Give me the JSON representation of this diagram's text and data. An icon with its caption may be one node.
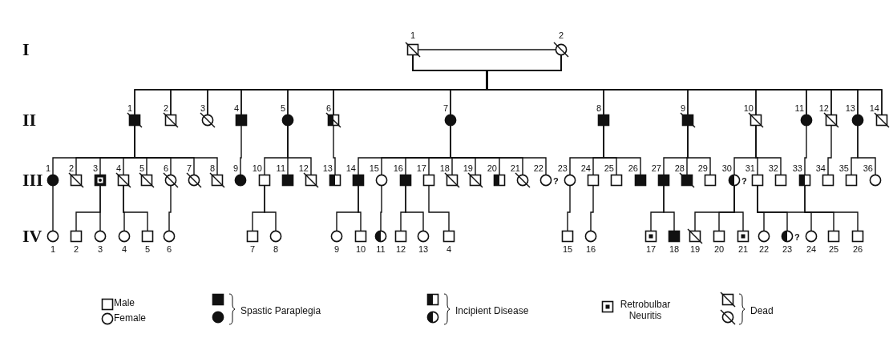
{
  "diagram": {
    "nodes": [
      {
        "text": [],
        "shape": "box",
        "beside": [
          "1"
        ]
      },
      {
        "text": [],
        "shape": "circle",
        "beside": [
          "2"
        ]
      },
      {
        "text": [],
        "shape": "box",
        "beside": [
          "1"
        ]
      },
      {
        "text": [],
        "shape": "box",
        "beside": [
          "2"
        ]
      },
      {
        "text": [],
        "shape": "circle",
        "beside": [
          "3"
        ]
      },
      {
        "text": [],
        "shape": "box",
        "beside": [
          "4"
        ]
      },
      {
        "text": [],
        "shape": "circle",
        "beside": [
          "5"
        ]
      },
      {
        "text": [],
        "shape": "box",
        "beside": [
          "6"
        ]
      },
      {
        "text": [],
        "shape": "circle",
        "beside": [
          "7"
        ]
      },
      {
        "text": [],
        "shape": "box",
        "beside": [
          "8"
        ]
      },
      {
        "text": [],
        "shape": "box",
        "beside": [
          "9"
        ]
      },
      {
        "text": [],
        "shape": "box",
        "beside": [
          "10"
        ]
      },
      {
        "text": [],
        "shape": "circle",
        "beside": [
          "11"
        ]
      },
      {
        "text": [],
        "shape": "box",
        "beside": [
          "12"
        ]
      },
      {
        "text": [],
        "shape": "circle",
        "beside": [
          "13"
        ]
      },
      {
        "text": [],
        "shape": "box",
        "beside": [
          "14"
        ]
      },
      {
        "text": [],
        "shape": "circle",
        "beside": [
          "1"
        ]
      },
      {
        "text": [],
        "shape": "box",
        "beside": [
          "2"
        ]
      },
      {
        "text": [],
        "shape": "box",
        "beside": [
          "3"
        ]
      },
      {
        "text": [],
        "shape": "box",
        "beside": [
          "4"
        ]
      },
      {
        "text": [],
        "shape": "box",
        "beside": [
          "5"
        ]
      },
      {
        "text": [],
        "shape": "circle",
        "beside": [
          "6"
        ]
      },
      {
        "text": [],
        "shape": "circle",
        "beside": [
          "7"
        ]
      },
      {
        "text": [],
        "shape": "box",
        "beside": [
          "8"
        ]
      },
      {
        "text": [],
        "shape": "circle",
        "beside": [
          "9"
        ]
      },
      {
        "text": [],
        "shape": "box",
        "beside": [
          "10"
        ]
      },
      {
        "text": [],
        "shape": "box",
        "beside": [
          "11"
        ]
      },
      {
        "text": [],
        "shape": "box",
        "beside": [
          "12"
        ]
      },
      {
        "text": [],
        "shape": "box",
        "beside": [
          "13"
        ]
      },
      {
        "text": [],
        "shape": "box",
        "beside": [
          "14"
        ]
      },
      {
        "text": [],
        "shape": "circle",
        "beside": [
          "15"
        ]
      },
      {
        "text": [],
        "shape": "box",
        "beside": [
          "16"
        ]
      },
      {
        "text": [],
        "shape": "box",
        "beside": [
          "17"
        ]
      },
      {
        "text": [],
        "shape": "box",
        "beside": [
          "18"
        ]
      },
      {
        "text": [],
        "shape": "box",
        "beside": [
          "19"
        ]
      },
      {
        "text": [],
        "shape": "box",
        "beside": [
          "20"
        ]
      },
      {
        "text": [],
        "shape": "circle",
        "beside": [
          "21"
        ]
      },
      {
        "text": [],
        "shape": "circle",
        "beside": [
          "22",
          "?"
        ]
      },
      {
        "text": [],
        "shape": "circle",
        "beside": [
          "23"
        ]
      },
      {
        "text": [],
        "shape": "box",
        "beside": [
          "24"
        ]
      },
      {
        "text": [],
        "shape": "box",
        "beside": [
          "25"
        ]
      },
      {
        "text": [],
        "shape": "box",
        "beside": [
          "26"
        ]
      },
      {
        "text": [],
        "shape": "box",
        "beside": [
          "27"
        ]
      },
      {
        "text": [],
        "shape": "box",
        "beside": [
          "28"
        ]
      },
      {
        "text": [],
        "shape": "box",
        "beside": [
          "29"
        ]
      },
      {
        "text": [],
        "shape": "circle",
        "beside": [
          "30",
          "?"
        ]
      },
      {
        "text": [],
        "shape": "box",
        "beside": [
          "31"
        ]
      },
      {
        "text": [],
        "shape": "box",
        "beside": [
          "32"
        ]
      },
      {
        "text": [],
        "shape": "box",
        "beside": [
          "33"
        ]
      },
      {
        "text": [],
        "shape": "box",
        "beside": [
          "34"
        ]
      },
      {
        "text": [],
        "shape": "box",
        "beside": [
          "35"
        ]
      },
      {
        "text": [],
        "shape": "circle",
        "beside": [
          "36"
        ]
      },
      {
        "text": [],
        "shape": "circle",
        "beside": [
          "1"
        ]
      },
      {
        "text": [],
        "shape": "box",
        "beside": [
          "2"
        ]
      },
      {
        "text": [],
        "shape": "circle",
        "beside": [
          "3"
        ]
      },
      {
        "text": [],
        "shape": "circle",
        "beside": [
          "4"
        ]
      },
      {
        "text": [],
        "shape": "box",
        "beside": [
          "5"
        ]
      },
      {
        "text": [],
        "shape": "circle",
        "beside": [
          "6"
        ]
      },
      {
        "text": [],
        "shape": "box",
        "beside": [
          "7"
        ]
      },
      {
        "text": [],
        "shape": "circle",
        "beside": [
          "8"
        ]
      },
      {
        "text": [],
        "shape": "circle",
        "beside": [
          "9"
        ]
      },
      {
        "text": [],
        "shape": "box",
        "beside": [
          "10"
        ]
      },
      {
        "text": [],
        "shape": "circle",
        "beside": [
          "11"
        ]
      },
      {
        "text": [],
        "shape": "box",
        "beside": [
          "12"
        ]
      },
      {
        "text": [],
        "shape": "circle",
        "beside": [
          "13"
        ]
      },
      {
        "text": [],
        "shape": "box",
        "beside": [
          "4"
        ]
      },
      {
        "text": [],
        "shape": "box",
        "beside": [
          "15"
        ]
      },
      {
        "text": [],
        "shape": "circle",
        "beside": [
          "16"
        ]
      },
      {
        "text": [],
        "shape": "box",
        "beside": [
          "17"
        ]
      },
      {
        "text": [],
        "shape": "box",
        "beside": [
          "18"
        ]
      },
      {
        "text": [],
        "shape": "box",
        "beside": [
          "19"
        ]
      },
      {
        "text": [],
        "shape": "box",
        "beside": [
          "20"
        ]
      },
      {
        "text": [],
        "shape": "box",
        "beside": [
          "21"
        ]
      },
      {
        "text": [],
        "shape": "circle",
        "beside": [
          "22"
        ]
      },
      {
        "text": [],
        "shape": "circle",
        "beside": [
          "23",
          "?"
        ]
      },
      {
        "text": [],
        "shape": "circle",
        "beside": [
          "24"
        ]
      },
      {
        "text": [],
        "shape": "box",
        "beside": [
          "25"
        ]
      },
      {
        "text": [],
        "shape": "box",
        "beside": [
          "26"
        ]
      }
    ],
    "edges": [
      {
        "from": 0,
        "to": 1,
        "arrow": "none"
      },
      {
        "from": 0,
        "to": 2,
        "arrow": "none"
      },
      {
        "from": 1,
        "to": 2,
        "arrow": "none"
      },
      {
        "from": 0,
        "to": 3,
        "arrow": "none"
      },
      {
        "from": 1,
        "to": 3,
        "arrow": "none"
      },
      {
        "from": 0,
        "to": 4,
        "arrow": "none"
      },
      {
        "from": 1,
        "to": 4,
        "arrow": "none"
      },
      {
        "from": 0,
        "to": 5,
        "arrow": "none"
      },
      {
        "from": 1,
        "to": 5,
        "arrow": "none"
      },
      {
        "from": 0,
        "to": 6,
        "arrow": "none"
      },
      {
        "from": 1,
        "to": 6,
        "arrow": "none"
      },
      {
        "from": 0,
        "to": 7,
        "arrow": "none"
      },
      {
        "from": 1,
        "to": 7,
        "arrow": "none"
      },
      {
        "from": 0,
        "to": 8,
        "arrow": "none"
      },
      {
        "from": 1,
        "to": 8,
        "arrow": "none"
      },
      {
        "from": 0,
        "to": 9,
        "arrow": "none"
      },
      {
        "from": 1,
        "to": 9,
        "arrow": "none"
      },
      {
        "from": 0,
        "to": 10,
        "arrow": "none"
      },
      {
        "from": 1,
        "to": 10,
        "arrow": "none"
      },
      {
        "from": 0,
        "to": 11,
        "arrow": "none"
      },
      {
        "from": 1,
        "to": 11,
        "arrow": "none"
      },
      {
        "from": 0,
        "to": 12,
        "arrow": "none"
      },
      {
        "from": 1,
        "to": 12,
        "arrow": "none"
      },
      {
        "from": 0,
        "to": 13,
        "arrow": "none"
      },
      {
        "from": 1,
        "to": 13,
        "arrow": "none"
      },
      {
        "from": 0,
        "to": 14,
        "arrow": "none"
      },
      {
        "from": 1,
        "to": 14,
        "arrow": "none"
      },
      {
        "from": 0,
        "to": 15,
        "arrow": "none"
      },
      {
        "from": 1,
        "to": 15,
        "arrow": "none"
      },
      {
        "from": 2,
        "to": 16,
        "arrow": "none"
      },
      {
        "from": 2,
        "to": 17,
        "arrow": "none"
      },
      {
        "from": 2,
        "to": 18,
        "arrow": "none"
      },
      {
        "from": 2,
        "to": 19,
        "arrow": "none"
      },
      {
        "from": 2,
        "to": 20,
        "arrow": "none"
      },
      {
        "from": 2,
        "to": 21,
        "arrow": "none"
      },
      {
        "from": 2,
        "to": 22,
        "arrow": "none"
      },
      {
        "from": 2,
        "to": 23,
        "arrow": "none"
      },
      {
        "from": 5,
        "to": 24,
        "arrow": "none"
      },
      {
        "from": 6,
        "to": 25,
        "arrow": "none"
      },
      {
        "from": 6,
        "to": 26,
        "arrow": "none"
      },
      {
        "from": 6,
        "to": 27,
        "arrow": "none"
      },
      {
        "from": 7,
        "to": 28,
        "arrow": "none"
      },
      {
        "from": 8,
        "to": 29,
        "arrow": "none"
      },
      {
        "from": 8,
        "to": 30,
        "arrow": "none"
      },
      {
        "from": 8,
        "to": 31,
        "arrow": "none"
      },
      {
        "from": 8,
        "to": 32,
        "arrow": "none"
      },
      {
        "from": 8,
        "to": 33,
        "arrow": "none"
      },
      {
        "from": 8,
        "to": 34,
        "arrow": "none"
      },
      {
        "from": 8,
        "to": 35,
        "arrow": "none"
      },
      {
        "from": 8,
        "to": 36,
        "arrow": "none"
      },
      {
        "from": 8,
        "to": 37,
        "arrow": "none"
      },
      {
        "from": 9,
        "to": 38,
        "arrow": "none"
      },
      {
        "from": 9,
        "to": 39,
        "arrow": "none"
      },
      {
        "from": 9,
        "to": 40,
        "arrow": "none"
      },
      {
        "from": 9,
        "to": 41,
        "arrow": "none"
      },
      {
        "from": 10,
        "to": 42,
        "arrow": "none"
      },
      {
        "from": 10,
        "to": 43,
        "arrow": "none"
      },
      {
        "from": 10,
        "to": 44,
        "arrow": "none"
      },
      {
        "from": 11,
        "to": 45,
        "arrow": "none"
      },
      {
        "from": 11,
        "to": 46,
        "arrow": "none"
      },
      {
        "from": 11,
        "to": 47,
        "arrow": "none"
      },
      {
        "from": 12,
        "to": 48,
        "arrow": "none"
      },
      {
        "from": 13,
        "to": 49,
        "arrow": "none"
      },
      {
        "from": 14,
        "to": 50,
        "arrow": "none"
      },
      {
        "from": 14,
        "to": 51,
        "arrow": "none"
      },
      {
        "from": 16,
        "to": 52,
        "arrow": "none"
      },
      {
        "from": 18,
        "to": 53,
        "arrow": "none"
      },
      {
        "from": 18,
        "to": 54,
        "arrow": "none"
      },
      {
        "from": 19,
        "to": 55,
        "arrow": "none"
      },
      {
        "from": 19,
        "to": 56,
        "arrow": "none"
      },
      {
        "from": 21,
        "to": 57,
        "arrow": "none"
      },
      {
        "from": 25,
        "to": 58,
        "arrow": "none"
      },
      {
        "from": 25,
        "to": 59,
        "arrow": "none"
      },
      {
        "from": 29,
        "to": 60,
        "arrow": "none"
      },
      {
        "from": 29,
        "to": 61,
        "arrow": "none"
      },
      {
        "from": 30,
        "to": 62,
        "arrow": "none"
      },
      {
        "from": 31,
        "to": 63,
        "arrow": "none"
      },
      {
        "from": 31,
        "to": 64,
        "arrow": "none"
      },
      {
        "from": 32,
        "to": 65,
        "arrow": "none"
      },
      {
        "from": 38,
        "to": 66,
        "arrow": "none"
      },
      {
        "from": 39,
        "to": 67,
        "arrow": "none"
      },
      {
        "from": 42,
        "to": 68,
        "arrow": "none"
      },
      {
        "from": 42,
        "to": 69,
        "arrow": "none"
      },
      {
        "from": 45,
        "to": 70,
        "arrow": "none"
      },
      {
        "from": 45,
        "to": 71,
        "arrow": "none"
      },
      {
        "from": 45,
        "to": 72,
        "arrow": "none"
      },
      {
        "from": 46,
        "to": 73,
        "arrow": "none"
      },
      {
        "from": 46,
        "to": 74,
        "arrow": "none"
      },
      {
        "from": 46,
        "to": 75,
        "arrow": "none"
      },
      {
        "from": 48,
        "to": 76,
        "arrow": "none"
      },
      {
        "from": 48,
        "to": 77,
        "arrow": "none"
      }
    ],
    "labels": [
      "I",
      "II",
      "III",
      "IV"
    ],
    "legend": [
      {
        "text": "Male"
      },
      {
        "text": "Female"
      },
      {
        "text": "Spastic Paraplegia"
      },
      {
        "text": "Incipient Disease"
      },
      {
        "text": "Retrobulbar Neuritis"
      },
      {
        "text": "Dead"
      }
    ]
  }
}
